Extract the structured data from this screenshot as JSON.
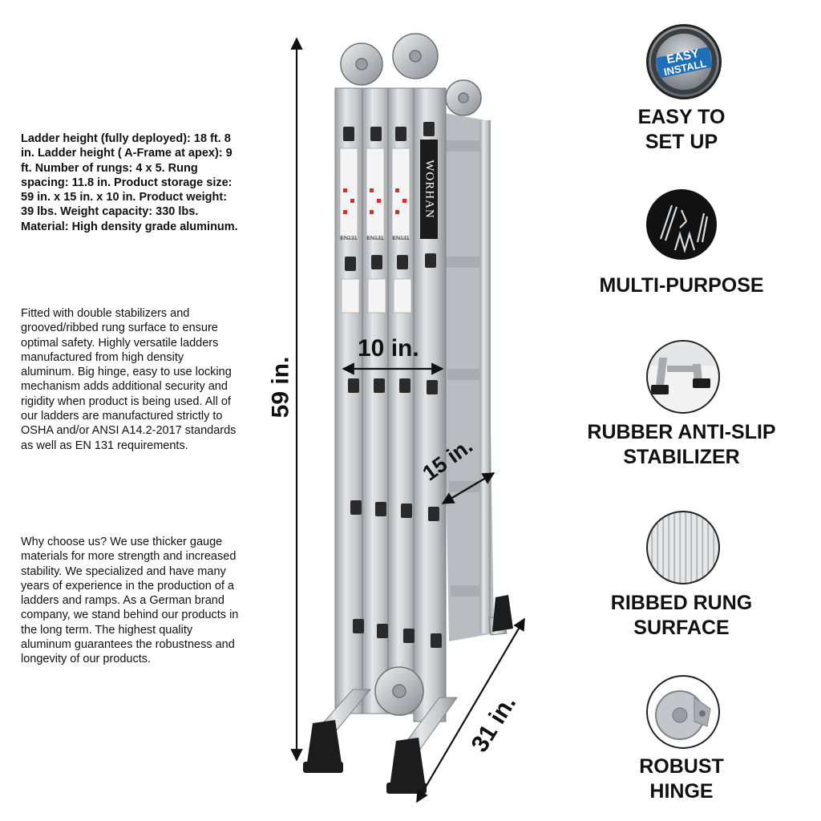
{
  "description": {
    "specs": "Ladder height (fully deployed): 18 ft. 8 in. Ladder height ( A-Frame at apex): 9 ft. Number of rungs: 4 x 5. Rung spacing: 11.8 in. Product storage size: 59 in. x 15 in. x 10 in. Product weight: 39 lbs. Weight capacity: 330 lbs. Material: High density grade aluminum.",
    "safety": "Fitted with double stabilizers and grooved/ribbed rung surface to ensure optimal safety. Highly versatile ladders manufactured from high density aluminum. Big hinge, easy to use locking mechanism adds additional security and rigidity when product is being used. All of our ladders are manufactured strictly to OSHA and/or ANSI A14.2-2017 standards as well as EN 131 requirements.",
    "why": "Why choose us? We use thicker gauge materials for more strength and increased stability. We specialized and have many years of experience in the production of a ladders and ramps. As a German brand company, we stand behind our products in the long term. The highest quality aluminum guarantees the robustness and longevity of our products."
  },
  "product": {
    "brand": "WORHAN",
    "cert_label": "EN131"
  },
  "dimensions": {
    "height": "59 in.",
    "width": "10 in.",
    "depth": "15 in.",
    "base": "31 in."
  },
  "features": [
    {
      "icon": "easy-install-badge-icon",
      "line1": "EASY TO",
      "line2": "SET UP",
      "badge_line1": "EASY",
      "badge_line2": "INSTALL",
      "badge_ring": "EASY INSTALL"
    },
    {
      "icon": "ladder-configurations-icon",
      "line1": "MULTI-PURPOSE",
      "line2": ""
    },
    {
      "icon": "anti-slip-foot-icon",
      "line1": "RUBBER ANTI-SLIP",
      "line2": "STABILIZER"
    },
    {
      "icon": "ribbed-surface-icon",
      "line1": "RIBBED RUNG",
      "line2": "SURFACE"
    },
    {
      "icon": "hinge-icon",
      "line1": "ROBUST",
      "line2": "HINGE"
    }
  ],
  "colors": {
    "aluminum": "#c9ccd0",
    "aluminum_dark": "#8e9296",
    "rubber": "#1c1c1c",
    "text": "#111111",
    "badge_blue": "#1f6fb8"
  }
}
